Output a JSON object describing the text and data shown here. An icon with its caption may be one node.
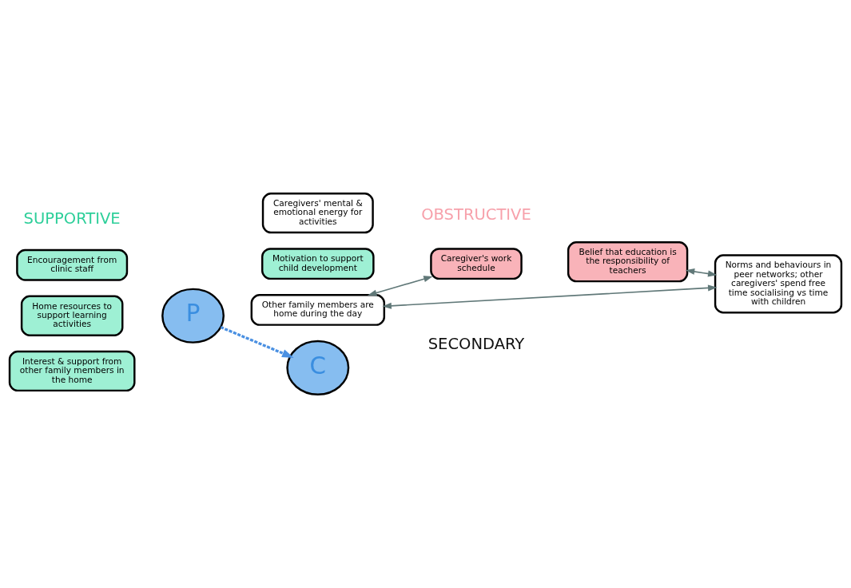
{
  "diagram": {
    "nodes": [
      {
        "text": [
          "Encouragement from clinic staff"
        ]
      },
      {
        "text": [
          "Motivation to support child development"
        ]
      },
      {
        "text": [
          "Caregivers' mental & emotional energy for activities"
        ]
      },
      {
        "text": [
          "P"
        ]
      },
      {
        "text": [
          "Caregiver's work schedule"
        ]
      },
      {
        "text": [
          "Belief that education is the responsibility of teachers"
        ]
      },
      {
        "text": [
          "C"
        ]
      },
      {
        "text": [
          "Home resources to support learning activities"
        ]
      },
      {
        "text": [
          "Interest & support from other family members in the home"
        ]
      },
      {
        "text": [
          "Other family members are home during the day"
        ]
      },
      {
        "text": [
          "Norms and behaviours in peer networks; other caregivers' spend free time socialising vs time with children"
        ]
      }
    ],
    "edges": [
      {
        "from": 3,
        "to": 6,
        "arrow": "to",
        "style": "dashed",
        "color": "#4a90e2"
      },
      {
        "from": 4,
        "to": 9,
        "arrow": "both"
      },
      {
        "from": 5,
        "to": 10,
        "arrow": "both"
      },
      {
        "from": 9,
        "to": 10,
        "arrow": "both"
      }
    ],
    "labels": [
      "SUPPORTIVE",
      "OBSTRUCTIVE",
      "SECONDARY"
    ]
  }
}
